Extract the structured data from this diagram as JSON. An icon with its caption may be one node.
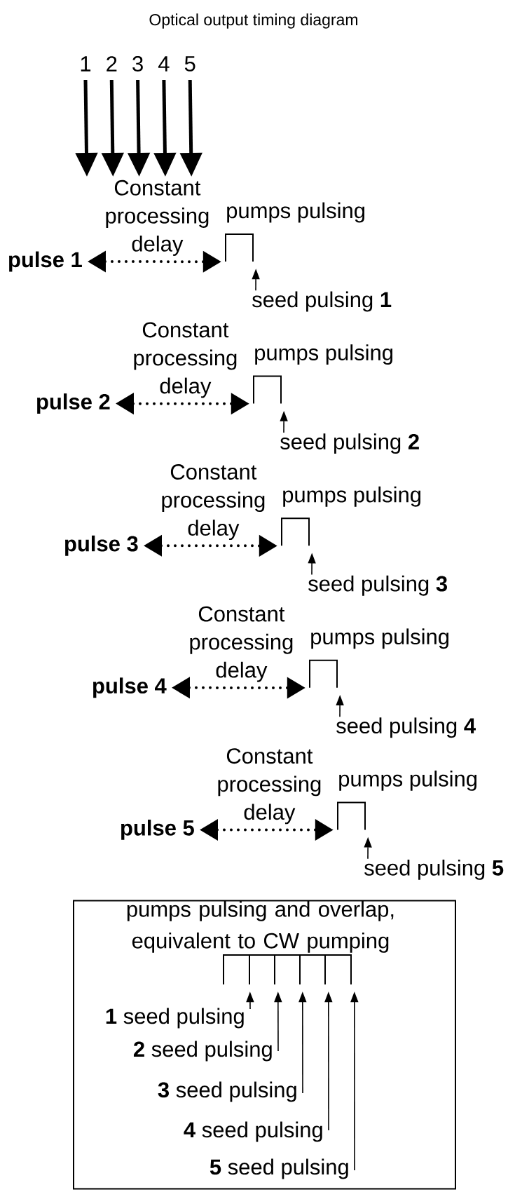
{
  "diagram": {
    "title": "Optical output timing diagram",
    "nodes": [
      {
        "text": [
          "pulse 1"
        ]
      },
      {
        "text": [
          "pumps pulsing"
        ]
      },
      {
        "text": [
          "seed pulsing **1**"
        ]
      },
      {
        "text": [
          "pulse 2"
        ]
      },
      {
        "text": [
          "pumps pulsing"
        ]
      },
      {
        "text": [
          "seed pulsing **2**"
        ]
      },
      {
        "text": [
          "pulse 3"
        ]
      },
      {
        "text": [
          "pumps pulsing"
        ]
      },
      {
        "text": [
          "seed pulsing **3**"
        ]
      },
      {
        "text": [
          "pulse 4"
        ]
      },
      {
        "text": [
          "pumps pulsing"
        ]
      },
      {
        "text": [
          "seed pulsing **4**"
        ]
      },
      {
        "text": [
          "pulse 5"
        ]
      },
      {
        "text": [
          "pumps pulsing"
        ]
      },
      {
        "text": [
          "seed pulsing **5**"
        ]
      },
      {
        "text": [],
        "shape": "box"
      },
      {
        "text": [
          "pumps pulsing and overlap, equivalent to CW pumping"
        ],
        "in": 15
      },
      {
        "text": [
          "**1** seed pulsing"
        ],
        "in": 15
      },
      {
        "text": [
          "**2** seed pulsing"
        ],
        "in": 15
      },
      {
        "text": [
          "**3** seed pulsing"
        ],
        "in": 15
      },
      {
        "text": [
          "**4** seed pulsing"
        ],
        "in": 15
      },
      {
        "text": [
          "**5** seed pulsing"
        ],
        "in": 15
      }
    ],
    "edges": [
      {
        "from": 0,
        "to": 1,
        "arrow": "both",
        "style": "dashed",
        "label": "Constant processing delay"
      },
      {
        "from": 2,
        "to": 1,
        "arrow": "to"
      },
      {
        "from": 3,
        "to": 4,
        "arrow": "both",
        "style": "dashed",
        "label": "Constant processing delay"
      },
      {
        "from": 5,
        "to": 4,
        "arrow": "to"
      },
      {
        "from": 6,
        "to": 7,
        "arrow": "both",
        "style": "dashed",
        "label": "Constant processing delay"
      },
      {
        "from": 8,
        "to": 7,
        "arrow": "to"
      },
      {
        "from": 9,
        "to": 10,
        "arrow": "both",
        "style": "dashed",
        "label": "Constant processing delay"
      },
      {
        "from": 11,
        "to": 10,
        "arrow": "to"
      },
      {
        "from": 12,
        "to": 13,
        "arrow": "both",
        "style": "dashed",
        "label": "Constant processing delay"
      },
      {
        "from": 14,
        "to": 13,
        "arrow": "to"
      },
      {
        "from": 17,
        "to": 16,
        "arrow": "to"
      },
      {
        "from": 18,
        "to": 16,
        "arrow": "to"
      },
      {
        "from": 19,
        "to": 16,
        "arrow": "to"
      },
      {
        "from": 20,
        "to": 16,
        "arrow": "to"
      },
      {
        "from": 21,
        "to": 16,
        "arrow": "to"
      }
    ],
    "labels": [
      "1",
      "2",
      "3",
      "4",
      "5"
    ]
  }
}
